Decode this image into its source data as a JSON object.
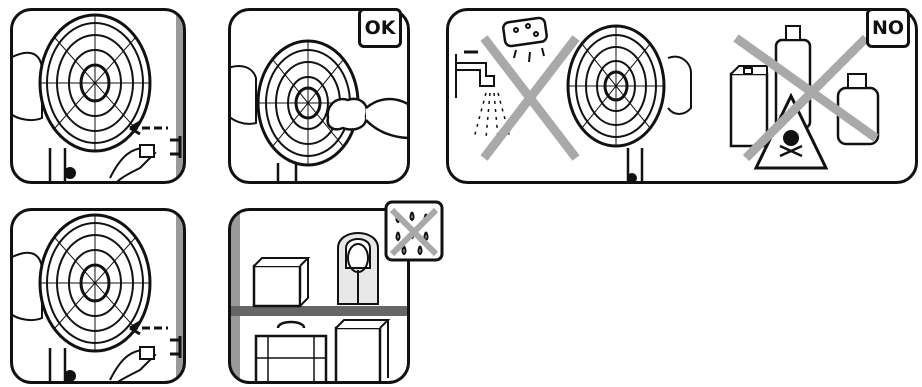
{
  "badges": {
    "ok": "OK",
    "no": "NO"
  },
  "panels": [
    {
      "id": "unplug-top",
      "icon": "unplug-fan-icon"
    },
    {
      "id": "clean-wipe",
      "icon": "wipe-cloth-icon"
    },
    {
      "id": "no-water-chemicals",
      "icon": "no-water-chemicals-icon"
    },
    {
      "id": "unplug-bottom",
      "icon": "unplug-fan-icon"
    },
    {
      "id": "storage",
      "icon": "storage-shelf-icon"
    }
  ],
  "colors": {
    "outline": "#111111",
    "cross": "#a9a9a9",
    "edge": "#9a9a9a"
  }
}
